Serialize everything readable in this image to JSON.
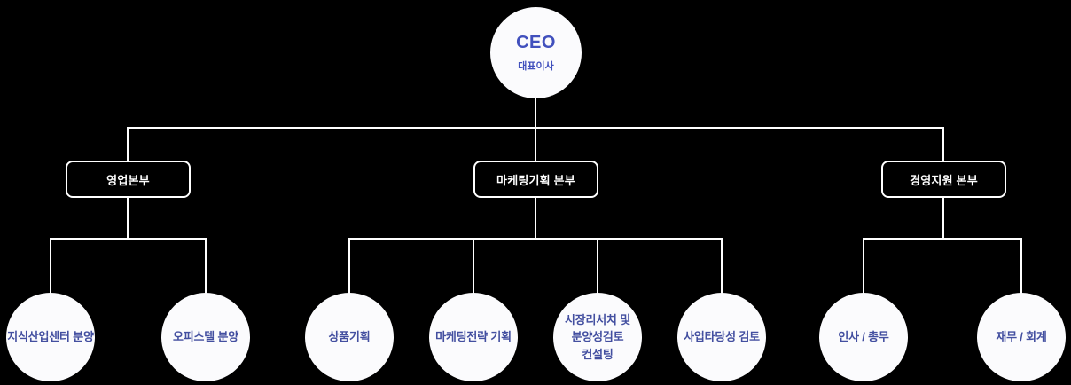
{
  "org": {
    "ceo": {
      "title": "CEO",
      "subtitle": "대표이사"
    },
    "divisions": [
      {
        "label": "영업본부",
        "teams": [
          "지식산업센터 분양",
          "오피스텔 분양"
        ]
      },
      {
        "label": "마케팅기획 본부",
        "teams": [
          "상품기획",
          "마케팅전략 기획",
          "시장리서치 및\n분양성검토\n컨설팅",
          "사업타당성 검토"
        ]
      },
      {
        "label": "경영지원 본부",
        "teams": [
          "인사 / 총무",
          "재무 / 회계"
        ]
      }
    ],
    "colors": {
      "background": "#000000",
      "connector_line": "#ffffff",
      "node_fill": "#fbfbfd",
      "ceo_text": "#4150bd",
      "team_text": "#434fa0",
      "division_text": "#ffffff"
    }
  }
}
